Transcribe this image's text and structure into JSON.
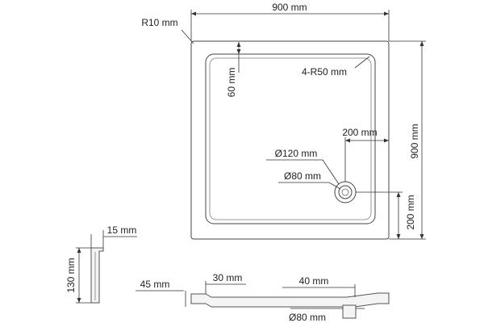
{
  "drawing": {
    "top_view": {
      "width_label": "900 mm",
      "height_label": "900 mm",
      "outer_radius_label": "R10 mm",
      "inner_radius_label": "4-R50 mm",
      "rim_width_label": "60 mm",
      "drain_offset_x_label": "200 mm",
      "drain_offset_y_label": "200 mm",
      "drain_outer_diameter_label": "Ø120 mm",
      "drain_inner_diameter_label": "Ø80 mm"
    },
    "side_profile": {
      "lip_width_label": "15 mm",
      "height_label": "130 mm"
    },
    "bottom_profile": {
      "edge_height_label": "45 mm",
      "inner_step_label": "30 mm",
      "slope_label": "40 mm",
      "outlet_diameter_label": "Ø80 mm"
    }
  }
}
